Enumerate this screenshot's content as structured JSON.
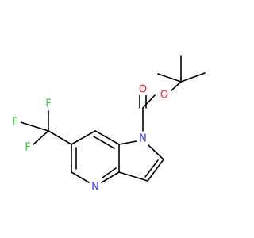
{
  "atoms": [
    {
      "id": "F1",
      "label": "F",
      "color": "#33cc33"
    },
    {
      "id": "F2",
      "label": "F",
      "color": "#33cc33"
    },
    {
      "id": "F3",
      "label": "F",
      "color": "#33cc33"
    },
    {
      "id": "N_pyridine",
      "label": "N",
      "color": "#3333ff"
    },
    {
      "id": "N_pyrrole",
      "label": "N",
      "color": "#3333ff"
    },
    {
      "id": "O_carbonyl",
      "label": "O",
      "color": "#ff2020"
    },
    {
      "id": "O_ester",
      "label": "O",
      "color": "#ff2020"
    }
  ]
}
